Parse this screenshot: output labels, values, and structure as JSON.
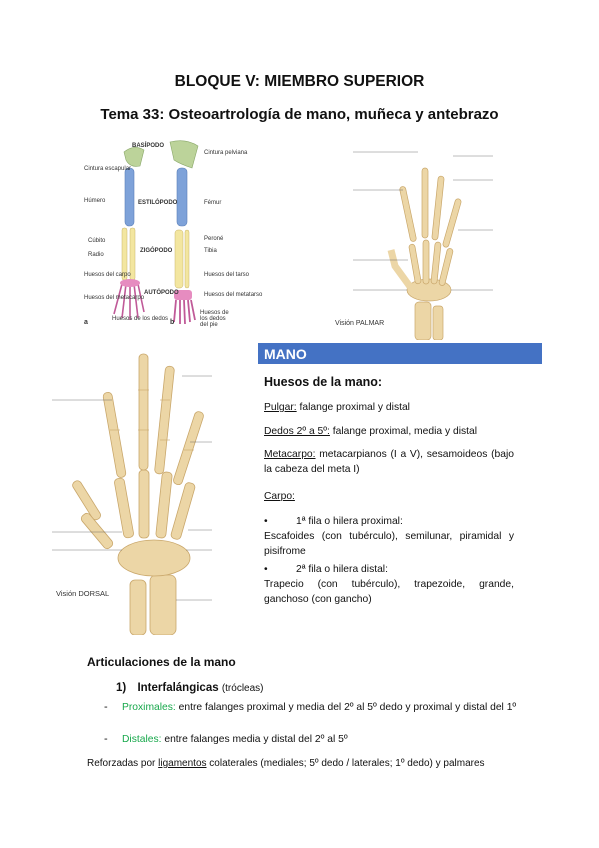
{
  "titles": {
    "main": "BLOQUE V: MIEMBRO SUPERIOR",
    "topic": "Tema 33: Osteoartrología de mano, muñeca y antebrazo"
  },
  "figure_limb": {
    "labels": {
      "basipodo": "BASÍPODO",
      "cintura_escapular": "Cintura escapular",
      "cintura_pelviana": "Cintura pelviana",
      "humero": "Húmero",
      "estilopodo": "ESTILÓPODO",
      "femur": "Fémur",
      "cubito": "Cúbito",
      "radio": "Radio",
      "zeugopodo": "ZIGÓPODO",
      "perone": "Peroné",
      "tibia": "Tibia",
      "carpo": "Huesos del carpo",
      "tarso": "Huesos del tarso",
      "autopodo": "AUTÓPODO",
      "metacarpo": "Huesos del metacarpo",
      "metatarso": "Huesos del metatarso",
      "dedos": "Huesos de los dedos",
      "dedos_pie": "Huesos de los dedos del pie"
    },
    "caption_a": "a",
    "caption_b": "b"
  },
  "figure_palmar": {
    "caption": "Visión PALMAR"
  },
  "figure_dorsal": {
    "caption": "Visión DORSAL"
  },
  "section": {
    "banner": "MANO",
    "heading": "Huesos de la mano:",
    "pulgar_label": "Pulgar:",
    "pulgar_text": " falange proximal y distal",
    "dedos_label": "Dedos 2º a 5º:",
    "dedos_text": " falange proximal, media y distal",
    "metacarpo_label": "Metacarpo:",
    "metacarpo_text": " metacarpianos (I a V), sesamoideos (bajo la cabeza del meta I)",
    "carpo_label": "Carpo:",
    "fila1_title": "1ª fila o hilera proximal:",
    "fila1_text": "Escafoides (con tubérculo), semilunar, piramidal y pisifrome",
    "fila2_title": "2ª fila o hilera distal:",
    "fila2_text": "Trapecio (con tubérculo), trapezoide, grande, ganchoso (con gancho)",
    "bullet": "•"
  },
  "articulaciones": {
    "heading": "Articulaciones de la mano",
    "item_number": "1)",
    "item_title": "Interfalángicas",
    "item_note": "(trócleas)",
    "dash": "-",
    "proximales_label": "Proximales:",
    "proximales_text": " entre falanges proximal y media del 2º al 5º dedo y proximal y distal del 1º",
    "distales_label": "Distales:",
    "distales_text": " entre falanges media y distal del 2º al 5º",
    "reforzadas_pre": "Reforzadas por ",
    "reforzadas_link": "ligamentos",
    "reforzadas_post": " colaterales (mediales; 5º dedo / laterales; 1º dedo) y palmares"
  },
  "colors": {
    "banner": "#4472c4",
    "green_label": "#17a84b",
    "bone": "#ecd6a6",
    "bone_shadow": "#c9a76b",
    "upper_bone": "#7ea2d9",
    "mid_bone": "#f3e6a0",
    "hand_bone": "#e68cc0",
    "girdle": "#bcd39a"
  }
}
